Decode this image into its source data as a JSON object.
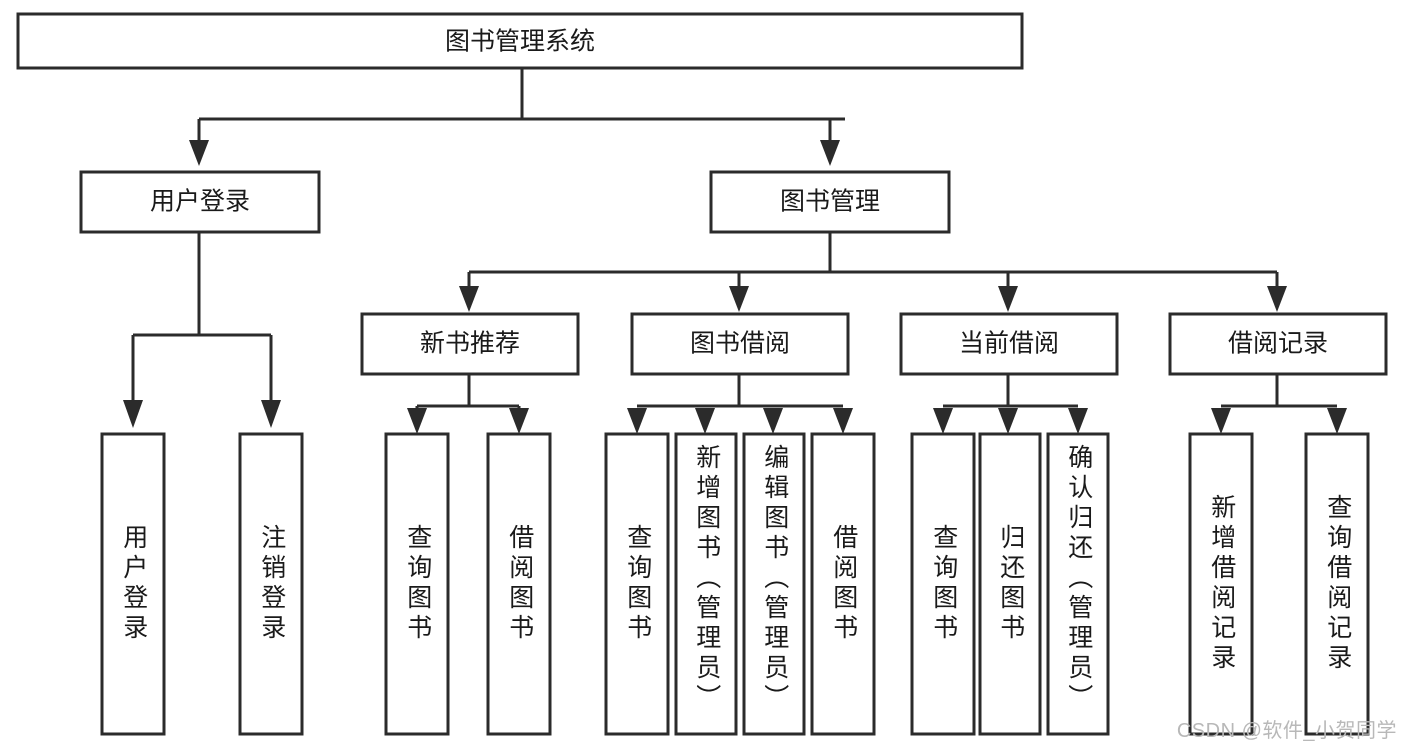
{
  "diagram": {
    "type": "tree",
    "title": "图书管理系统",
    "watermark": "CSDN @软件_小贺同学",
    "root": {
      "id": "root",
      "label": "图书管理系统",
      "orientation": "horizontal"
    },
    "level1": [
      {
        "id": "user-login",
        "label": "用户登录",
        "orientation": "horizontal"
      },
      {
        "id": "book-manage",
        "label": "图书管理",
        "orientation": "horizontal"
      }
    ],
    "level2": [
      {
        "id": "new-book-recommend",
        "label": "新书推荐",
        "parent": "book-manage",
        "orientation": "horizontal"
      },
      {
        "id": "book-borrow",
        "label": "图书借阅",
        "parent": "book-manage",
        "orientation": "horizontal"
      },
      {
        "id": "current-borrow",
        "label": "当前借阅",
        "parent": "book-manage",
        "orientation": "horizontal"
      },
      {
        "id": "borrow-record",
        "label": "借阅记录",
        "parent": "book-manage",
        "orientation": "horizontal"
      }
    ],
    "leaves": [
      {
        "id": "leaf-user-login",
        "label": "用户登录",
        "parent": "user-login",
        "orientation": "vertical"
      },
      {
        "id": "leaf-logout-login",
        "label": "注销登录",
        "parent": "user-login",
        "orientation": "vertical"
      },
      {
        "id": "leaf-query-book-1",
        "label": "查询图书",
        "parent": "new-book-recommend",
        "orientation": "vertical"
      },
      {
        "id": "leaf-borrow-book-1",
        "label": "借阅图书",
        "parent": "new-book-recommend",
        "orientation": "vertical"
      },
      {
        "id": "leaf-query-book-2",
        "label": "查询图书",
        "parent": "book-borrow",
        "orientation": "vertical"
      },
      {
        "id": "leaf-add-book",
        "label": "新增图书（管理员）",
        "parent": "book-borrow",
        "orientation": "vertical"
      },
      {
        "id": "leaf-edit-book",
        "label": "编辑图书（管理员）",
        "parent": "book-borrow",
        "orientation": "vertical"
      },
      {
        "id": "leaf-borrow-book-2",
        "label": "借阅图书",
        "parent": "book-borrow",
        "orientation": "vertical"
      },
      {
        "id": "leaf-query-book-3",
        "label": "查询图书",
        "parent": "current-borrow",
        "orientation": "vertical"
      },
      {
        "id": "leaf-return-book",
        "label": "归还图书",
        "parent": "current-borrow",
        "orientation": "vertical"
      },
      {
        "id": "leaf-confirm-return",
        "label": "确认归还（管理员）",
        "parent": "current-borrow",
        "orientation": "vertical"
      },
      {
        "id": "leaf-add-record",
        "label": "新增借阅记录",
        "parent": "borrow-record",
        "orientation": "vertical"
      },
      {
        "id": "leaf-query-record",
        "label": "查询借阅记录",
        "parent": "borrow-record",
        "orientation": "vertical"
      }
    ],
    "colors": {
      "stroke": "#2b2b2b",
      "fill": "#ffffff",
      "text": "#1a1a1a",
      "watermark": "#b8b8b8"
    }
  }
}
